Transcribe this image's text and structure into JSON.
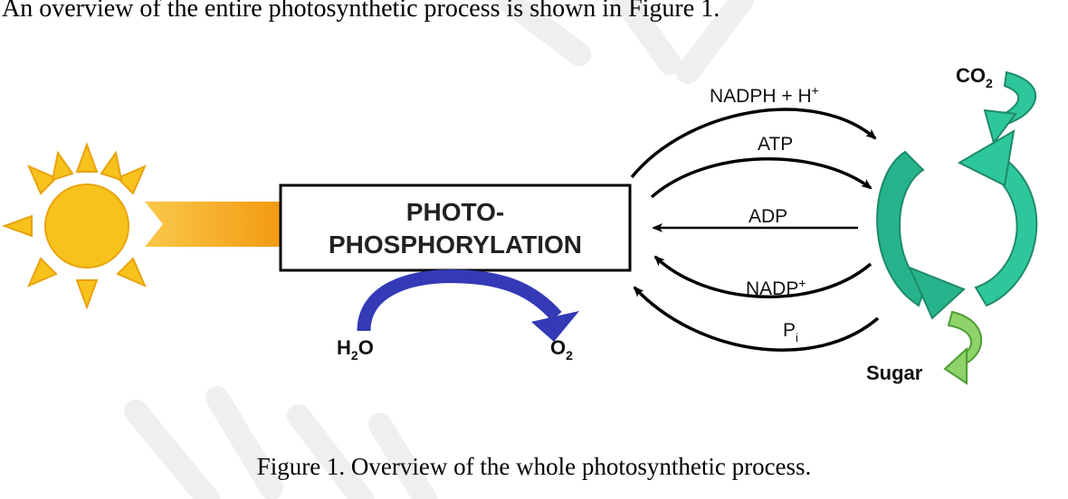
{
  "intro_text": "An overview of the entire photosynthetic process is shown in Figure 1.",
  "box": {
    "line1": "PHOTO-",
    "line2": "PHOSPHORYLATION"
  },
  "water": {
    "main": "H",
    "sub": "2",
    "tail": "O"
  },
  "oxygen": {
    "main": "O",
    "sub": "2"
  },
  "arrows": {
    "nadph_main": "NADPH + H",
    "nadph_sup": "+",
    "atp": "ATP",
    "adp": "ADP",
    "nadp_main": "NADP",
    "nadp_sup": "+",
    "pi_main": "P",
    "pi_sub": "i"
  },
  "co2": {
    "main": "CO",
    "sub": "2"
  },
  "sugar": "Sugar",
  "caption": "Figure 1. Overview of the whole photosynthetic process.",
  "colors": {
    "sun": "#f7c21c",
    "sun_stroke": "#e9a30e",
    "beam_start": "#f9c84a",
    "beam_end": "#f39a12",
    "water_arrow": "#3439b6",
    "cycle_green": "#26b38b",
    "cycle_dark": "#1e8a6a",
    "sugar_green": "#8ed36a",
    "watermark": "#eeeeee"
  }
}
